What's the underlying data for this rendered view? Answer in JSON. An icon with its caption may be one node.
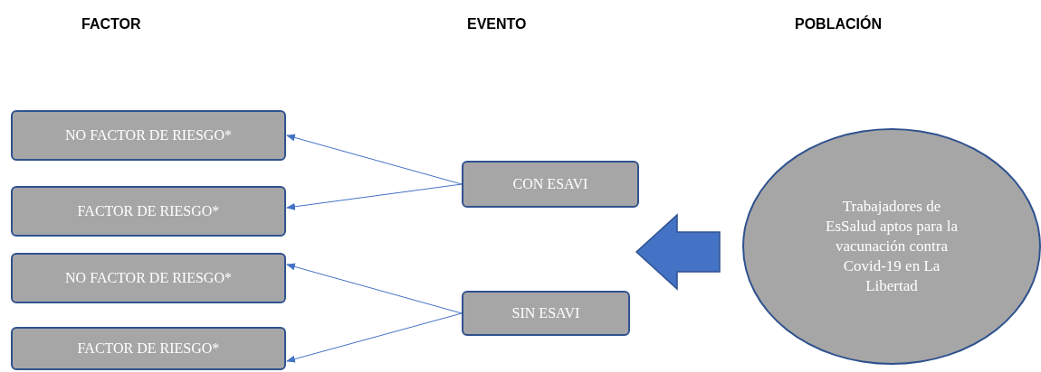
{
  "diagram": {
    "nodes": [
      {
        "text": [
          "NO FACTOR DE RIESGO*"
        ]
      },
      {
        "text": [
          "FACTOR DE RIESGO*"
        ]
      },
      {
        "text": [
          "NO FACTOR DE RIESGO*"
        ]
      },
      {
        "text": [
          "FACTOR DE RIESGO*"
        ]
      },
      {
        "text": [
          "CON ESAVI"
        ]
      },
      {
        "text": [
          "SIN ESAVI"
        ]
      },
      {
        "text": [
          "Trabajadores de EsSalud aptos para la vacunación contra Covid-19 en La Libertad"
        ]
      }
    ],
    "edges": [
      {
        "from": 4,
        "to": 0,
        "arrow": "to"
      },
      {
        "from": 4,
        "to": 1,
        "arrow": "to"
      },
      {
        "from": 5,
        "to": 2,
        "arrow": "to"
      },
      {
        "from": 5,
        "to": 3,
        "arrow": "to"
      },
      {
        "from": 6,
        "to": null,
        "arrow": "to",
        "style": "thick"
      }
    ],
    "labels": [
      "FACTOR",
      "EVENTO",
      "POBLACIÓN"
    ]
  }
}
